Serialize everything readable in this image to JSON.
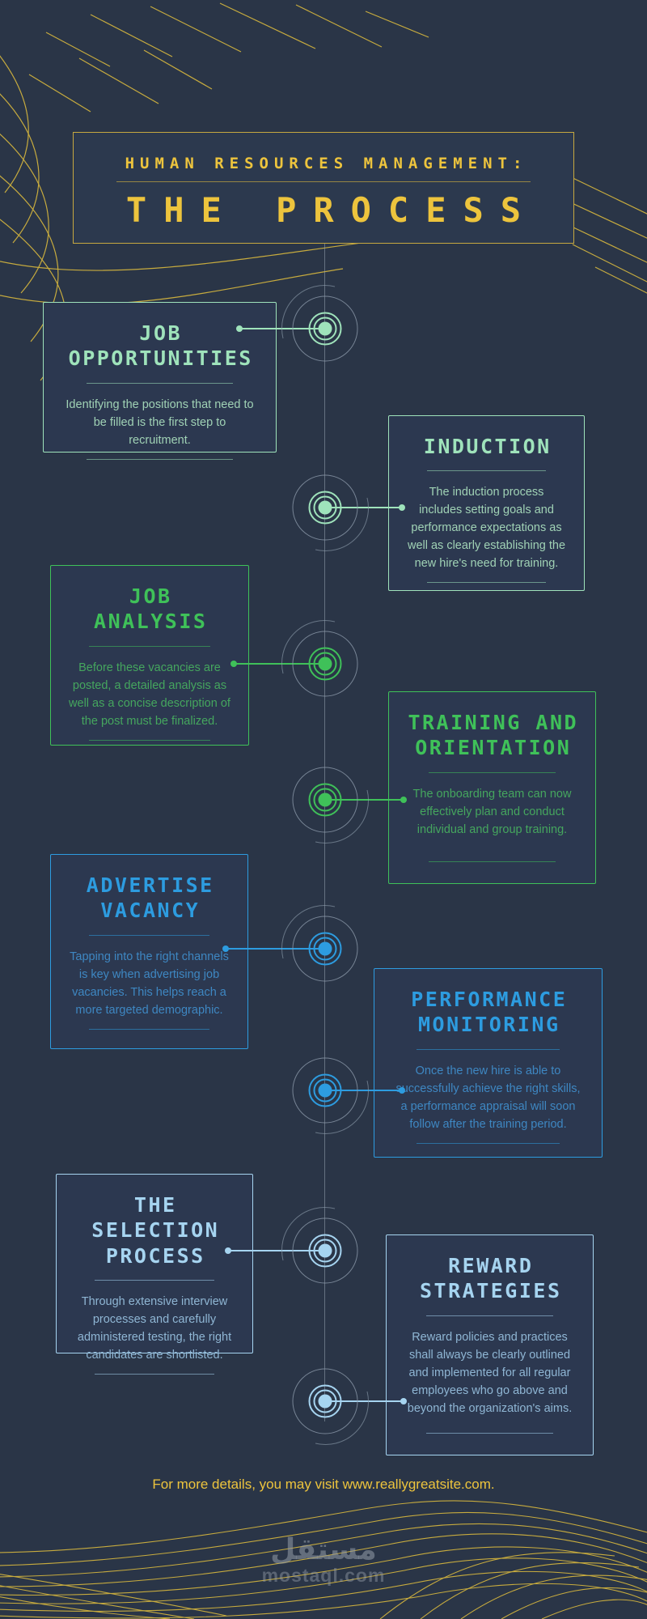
{
  "title": {
    "kicker": "HUMAN RESOURCES MANAGEMENT:",
    "main": "THE PROCESS"
  },
  "stages": [
    {
      "title": "JOB OPPORTUNITIES",
      "side": "left",
      "color_key": "mint",
      "description": "Identifying the positions that need to be filled is the first step to recruitment."
    },
    {
      "title": "INDUCTION",
      "side": "right",
      "color_key": "mint",
      "description": "The induction process includes setting goals and performance expectations as well as clearly establishing the new hire's need for training."
    },
    {
      "title": "JOB ANALYSIS",
      "side": "left",
      "color_key": "green",
      "description": "Before these vacancies are posted, a detailed analysis as well as a concise description of the post must be finalized."
    },
    {
      "title": "TRAINING AND ORIENTATION",
      "side": "right",
      "color_key": "green",
      "description": "The onboarding team can now effectively plan and conduct individual and group training."
    },
    {
      "title": "ADVERTISE VACANCY",
      "side": "left",
      "color_key": "blue",
      "description": "Tapping into the right channels is key when advertising job vacancies. This helps reach a more targeted demographic."
    },
    {
      "title": "PERFORMANCE MONITORING",
      "side": "right",
      "color_key": "blue",
      "description": "Once the new hire is able to successfully achieve the right skills, a performance appraisal will soon follow after the training period."
    },
    {
      "title": "THE SELECTION PROCESS",
      "side": "left",
      "color_key": "pale_blue",
      "description": "Through extensive interview processes and carefully administered testing, the right candidates are shortlisted."
    },
    {
      "title": "REWARD STRATEGIES",
      "side": "right",
      "color_key": "pale_blue",
      "description": "Reward policies and practices shall always be clearly outlined and implemented for all regular employees who go above and beyond the organization's aims."
    }
  ],
  "footer": {
    "text": "For more details, you may visit www.reallygreatsite.com."
  },
  "watermark": {
    "arabic": "مستقل",
    "latin": "mostaql.com"
  },
  "palette": {
    "background": "#2a3547",
    "yellow": "#edc43d",
    "mint": "#9fe3bb",
    "mint_text": "#a0d2b5",
    "green": "#3fc159",
    "green_text": "#45a65e",
    "blue": "#2d9ce0",
    "blue_text": "#3e87c2",
    "pale_blue": "#a6d4f0",
    "pale_blue_text": "#8fb6d4",
    "line_gray": "#8b99a9"
  }
}
